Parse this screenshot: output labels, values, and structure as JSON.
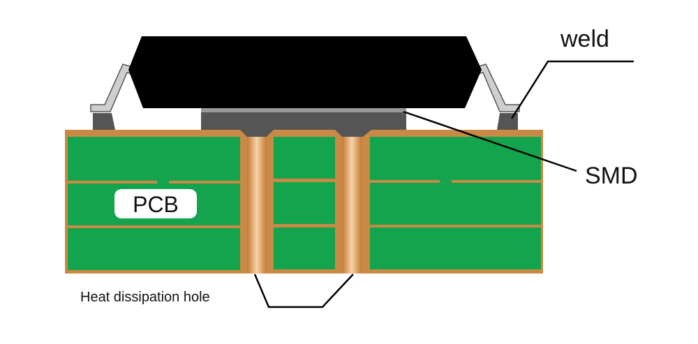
{
  "labels": {
    "weld": "weld",
    "smd": "SMD",
    "pcb": "PCB",
    "heat_hole": "Heat dissipation hole"
  },
  "colors": {
    "board_green": "#14a44d",
    "copper": "#c98a45",
    "copper_light": "#f2c99a",
    "component_body": "#000000",
    "pad_gray": "#555555",
    "lead_gray": "#cfcfcf",
    "leader_line": "#000000"
  }
}
